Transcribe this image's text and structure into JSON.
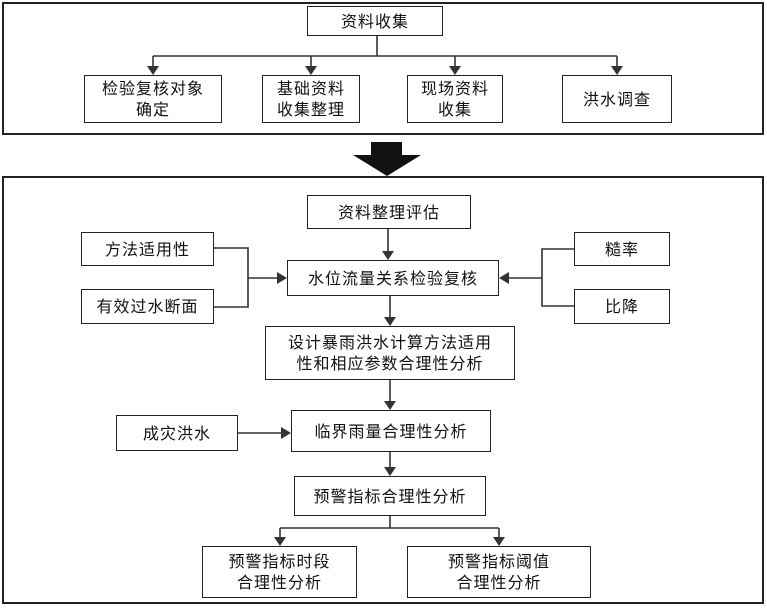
{
  "stage1": {
    "root": "资料收集",
    "children": [
      [
        "检验复核对象",
        "确定"
      ],
      [
        "基础资料",
        "收集整理"
      ],
      [
        "现场资料",
        "收集"
      ],
      [
        "洪水调查"
      ]
    ]
  },
  "stage2": {
    "evaluate": "资料整理评估",
    "left_inputs": [
      "方法适用性",
      "有效过水断面"
    ],
    "right_inputs": [
      "糙率",
      "比降"
    ],
    "check": "水位流量关系检验复核",
    "method": [
      "设计暴雨洪水计算方法适用",
      "性和相应参数合理性分析"
    ],
    "disaster_flood": "成灾洪水",
    "critical_rain": "临界雨量合理性分析",
    "warning": "预警指标合理性分析",
    "outputs": [
      [
        "预警指标时段",
        "合理性分析"
      ],
      [
        "预警指标阈值",
        "合理性分析"
      ]
    ]
  }
}
